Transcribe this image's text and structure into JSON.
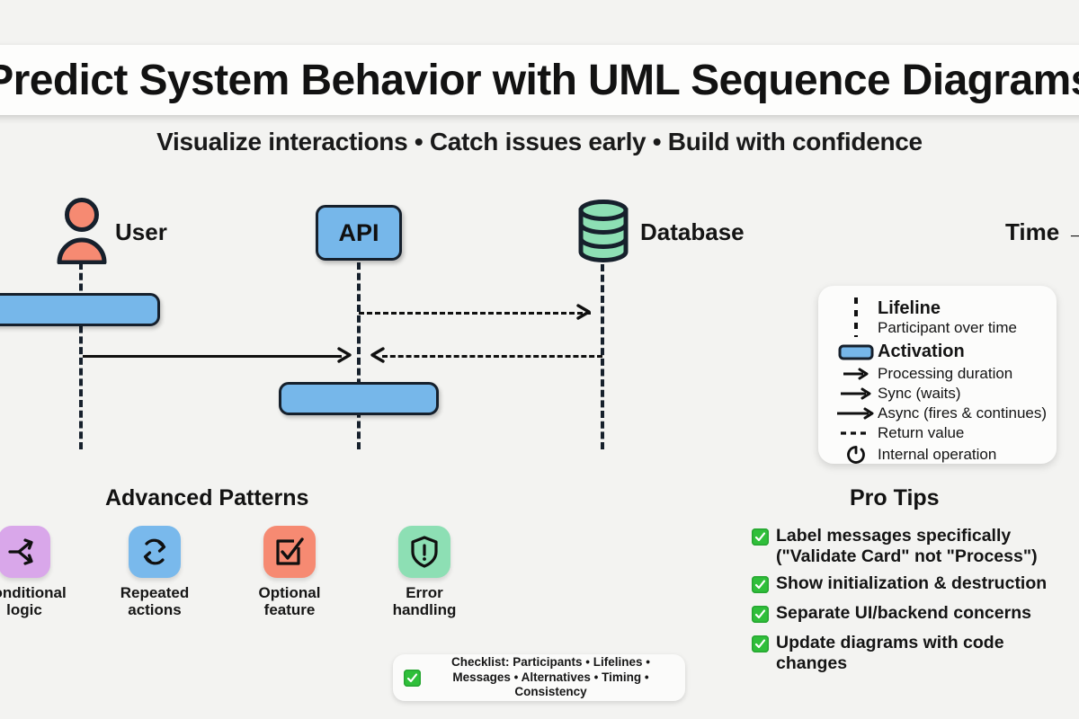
{
  "header": {
    "title": "Predict System Behavior with UML Sequence Diagrams",
    "subtitle": "Visualize interactions • Catch issues early • Build with confidence"
  },
  "diagram": {
    "time_label": "Time →",
    "participants": [
      {
        "name": "User",
        "icon": "user-icon"
      },
      {
        "name": "API",
        "icon": "api-box-icon"
      },
      {
        "name": "Database",
        "icon": "database-cylinder-icon"
      }
    ]
  },
  "legend": {
    "rows": [
      {
        "glyph": "dashed-vertical-line-icon",
        "label": "Lifeline",
        "bold": true
      },
      {
        "glyph": "none",
        "label": "Participant over time",
        "bold": false
      },
      {
        "glyph": "activation-swatch-icon",
        "label": "Activation",
        "bold": true
      },
      {
        "glyph": "short-arrow-icon",
        "label": "Processing duration",
        "bold": false
      },
      {
        "glyph": "medium-arrow-icon",
        "label": "Sync (waits)",
        "bold": false
      },
      {
        "glyph": "long-arrow-icon",
        "label": "Async (fires & continues)",
        "bold": false
      },
      {
        "glyph": "dashed-arrow-icon",
        "label": "Return value",
        "bold": false
      },
      {
        "glyph": "circular-arrow-icon",
        "label": "Internal operation",
        "bold": false
      }
    ]
  },
  "advanced_patterns": {
    "heading": "Advanced Patterns",
    "cards": [
      {
        "label": "Conditional\nlogic",
        "icon": "branch-fork-icon",
        "color": "#d9a7ea"
      },
      {
        "label": "Repeated\nactions",
        "icon": "loop-refresh-icon",
        "color": "#79b9ec"
      },
      {
        "label": "Optional\nfeature",
        "icon": "checkbox-checked-icon",
        "color": "#f68a72"
      },
      {
        "label": "Error\nhandling",
        "icon": "shield-alert-icon",
        "color": "#8ddfb4"
      }
    ]
  },
  "pro_tips": {
    "heading": "Pro Tips",
    "items": [
      "Label messages specifically\n(\"Validate Card\" not \"Process\")",
      "Show initialization & destruction",
      "Separate UI/backend concerns",
      "Update diagrams with code changes"
    ]
  },
  "checklist": {
    "text": "Checklist: Participants • Lifelines • Messages\n• Alternatives • Timing • Consistency"
  },
  "colors": {
    "background": "#f3f3f1",
    "activation_blue": "#76b7ea",
    "outline": "#16202c",
    "user_salmon": "#f68a72",
    "database_green": "#8ddfb4",
    "check_green": "#2fbf3a"
  }
}
